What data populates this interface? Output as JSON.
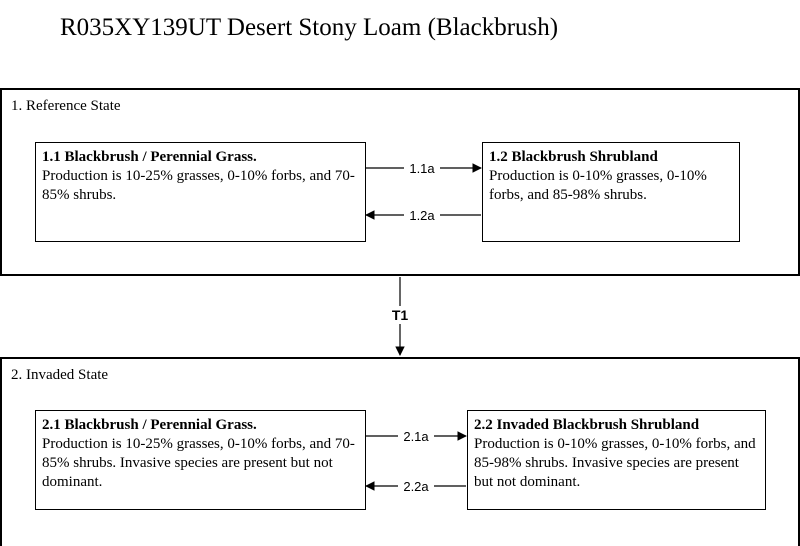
{
  "title": "R035XY139UT Desert Stony Loam (Blackbrush)",
  "states": [
    {
      "label": "1. Reference State",
      "phases": [
        {
          "title": "1.1 Blackbrush / Perennial Grass.",
          "description": "Production is 10-25% grasses, 0-10% forbs, and 70-85% shrubs."
        },
        {
          "title": "1.2 Blackbrush Shrubland",
          "description": "Production is 0-10% grasses, 0-10% forbs, and 85-98% shrubs."
        }
      ],
      "transitions": [
        "1.1a",
        "1.2a"
      ]
    },
    {
      "label": "2. Invaded State",
      "phases": [
        {
          "title": "2.1 Blackbrush / Perennial Grass.",
          "description": "Production is 10-25% grasses, 0-10% forbs, and 70-85% shrubs. Invasive species are present but not dominant."
        },
        {
          "title": "2.2 Invaded Blackbrush Shrubland",
          "description": "Production is 0-10% grasses, 0-10% forbs, and 85-98% shrubs. Invasive species are present but not dominant."
        }
      ],
      "transitions": [
        "2.1a",
        "2.2a"
      ]
    }
  ],
  "state_transition": "T1"
}
